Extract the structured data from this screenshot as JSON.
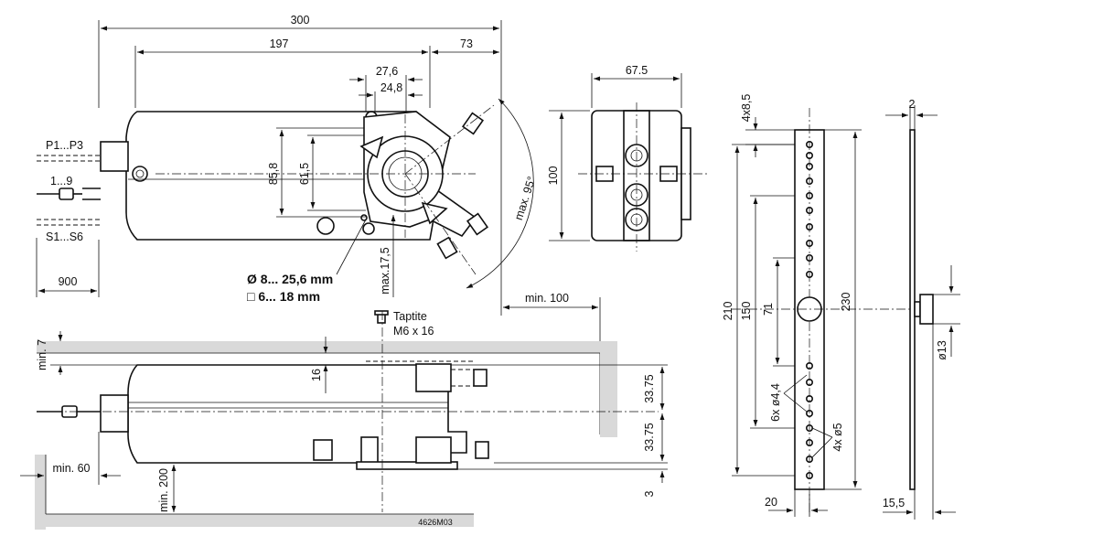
{
  "labels": {
    "top_overall": "300",
    "top_left": "197",
    "top_right": "73",
    "shaft_27_6": "27,6",
    "shaft_24_8": "24,8",
    "height_85_8": "85,8",
    "height_61_5": "61,5",
    "p_cable": "P1...P3",
    "power_cable": "1...9",
    "s_cable": "S1...S6",
    "cable_900": "900",
    "shaft_round": "Ø 8... 25,6 mm",
    "shaft_square": "□ 6... 18 mm",
    "max_17_5": "max.17,5",
    "max_angle": "max. 95°",
    "min_100": "min. 100",
    "side_width": "67.5",
    "side_height": "100",
    "taptite": "Taptite",
    "screw": "M6 x 16",
    "min_7": "min. 7",
    "dim_16": "16",
    "dim_33_75_a": "33.75",
    "dim_33_75_b": "33.75",
    "dim_3": "3",
    "min_60": "min. 60",
    "min_200": "min. 200",
    "drawing_no": "4626M03",
    "bracket_4x8_5": "4x8,5",
    "bracket_210": "210",
    "bracket_150": "150",
    "bracket_71": "71",
    "bracket_230": "230",
    "bracket_6x4_4": "6x ø4,4",
    "bracket_4x5": "4x ø5",
    "bracket_20": "20",
    "plate_2": "2",
    "plate_13": "ø13",
    "plate_15_5": "15,5"
  }
}
